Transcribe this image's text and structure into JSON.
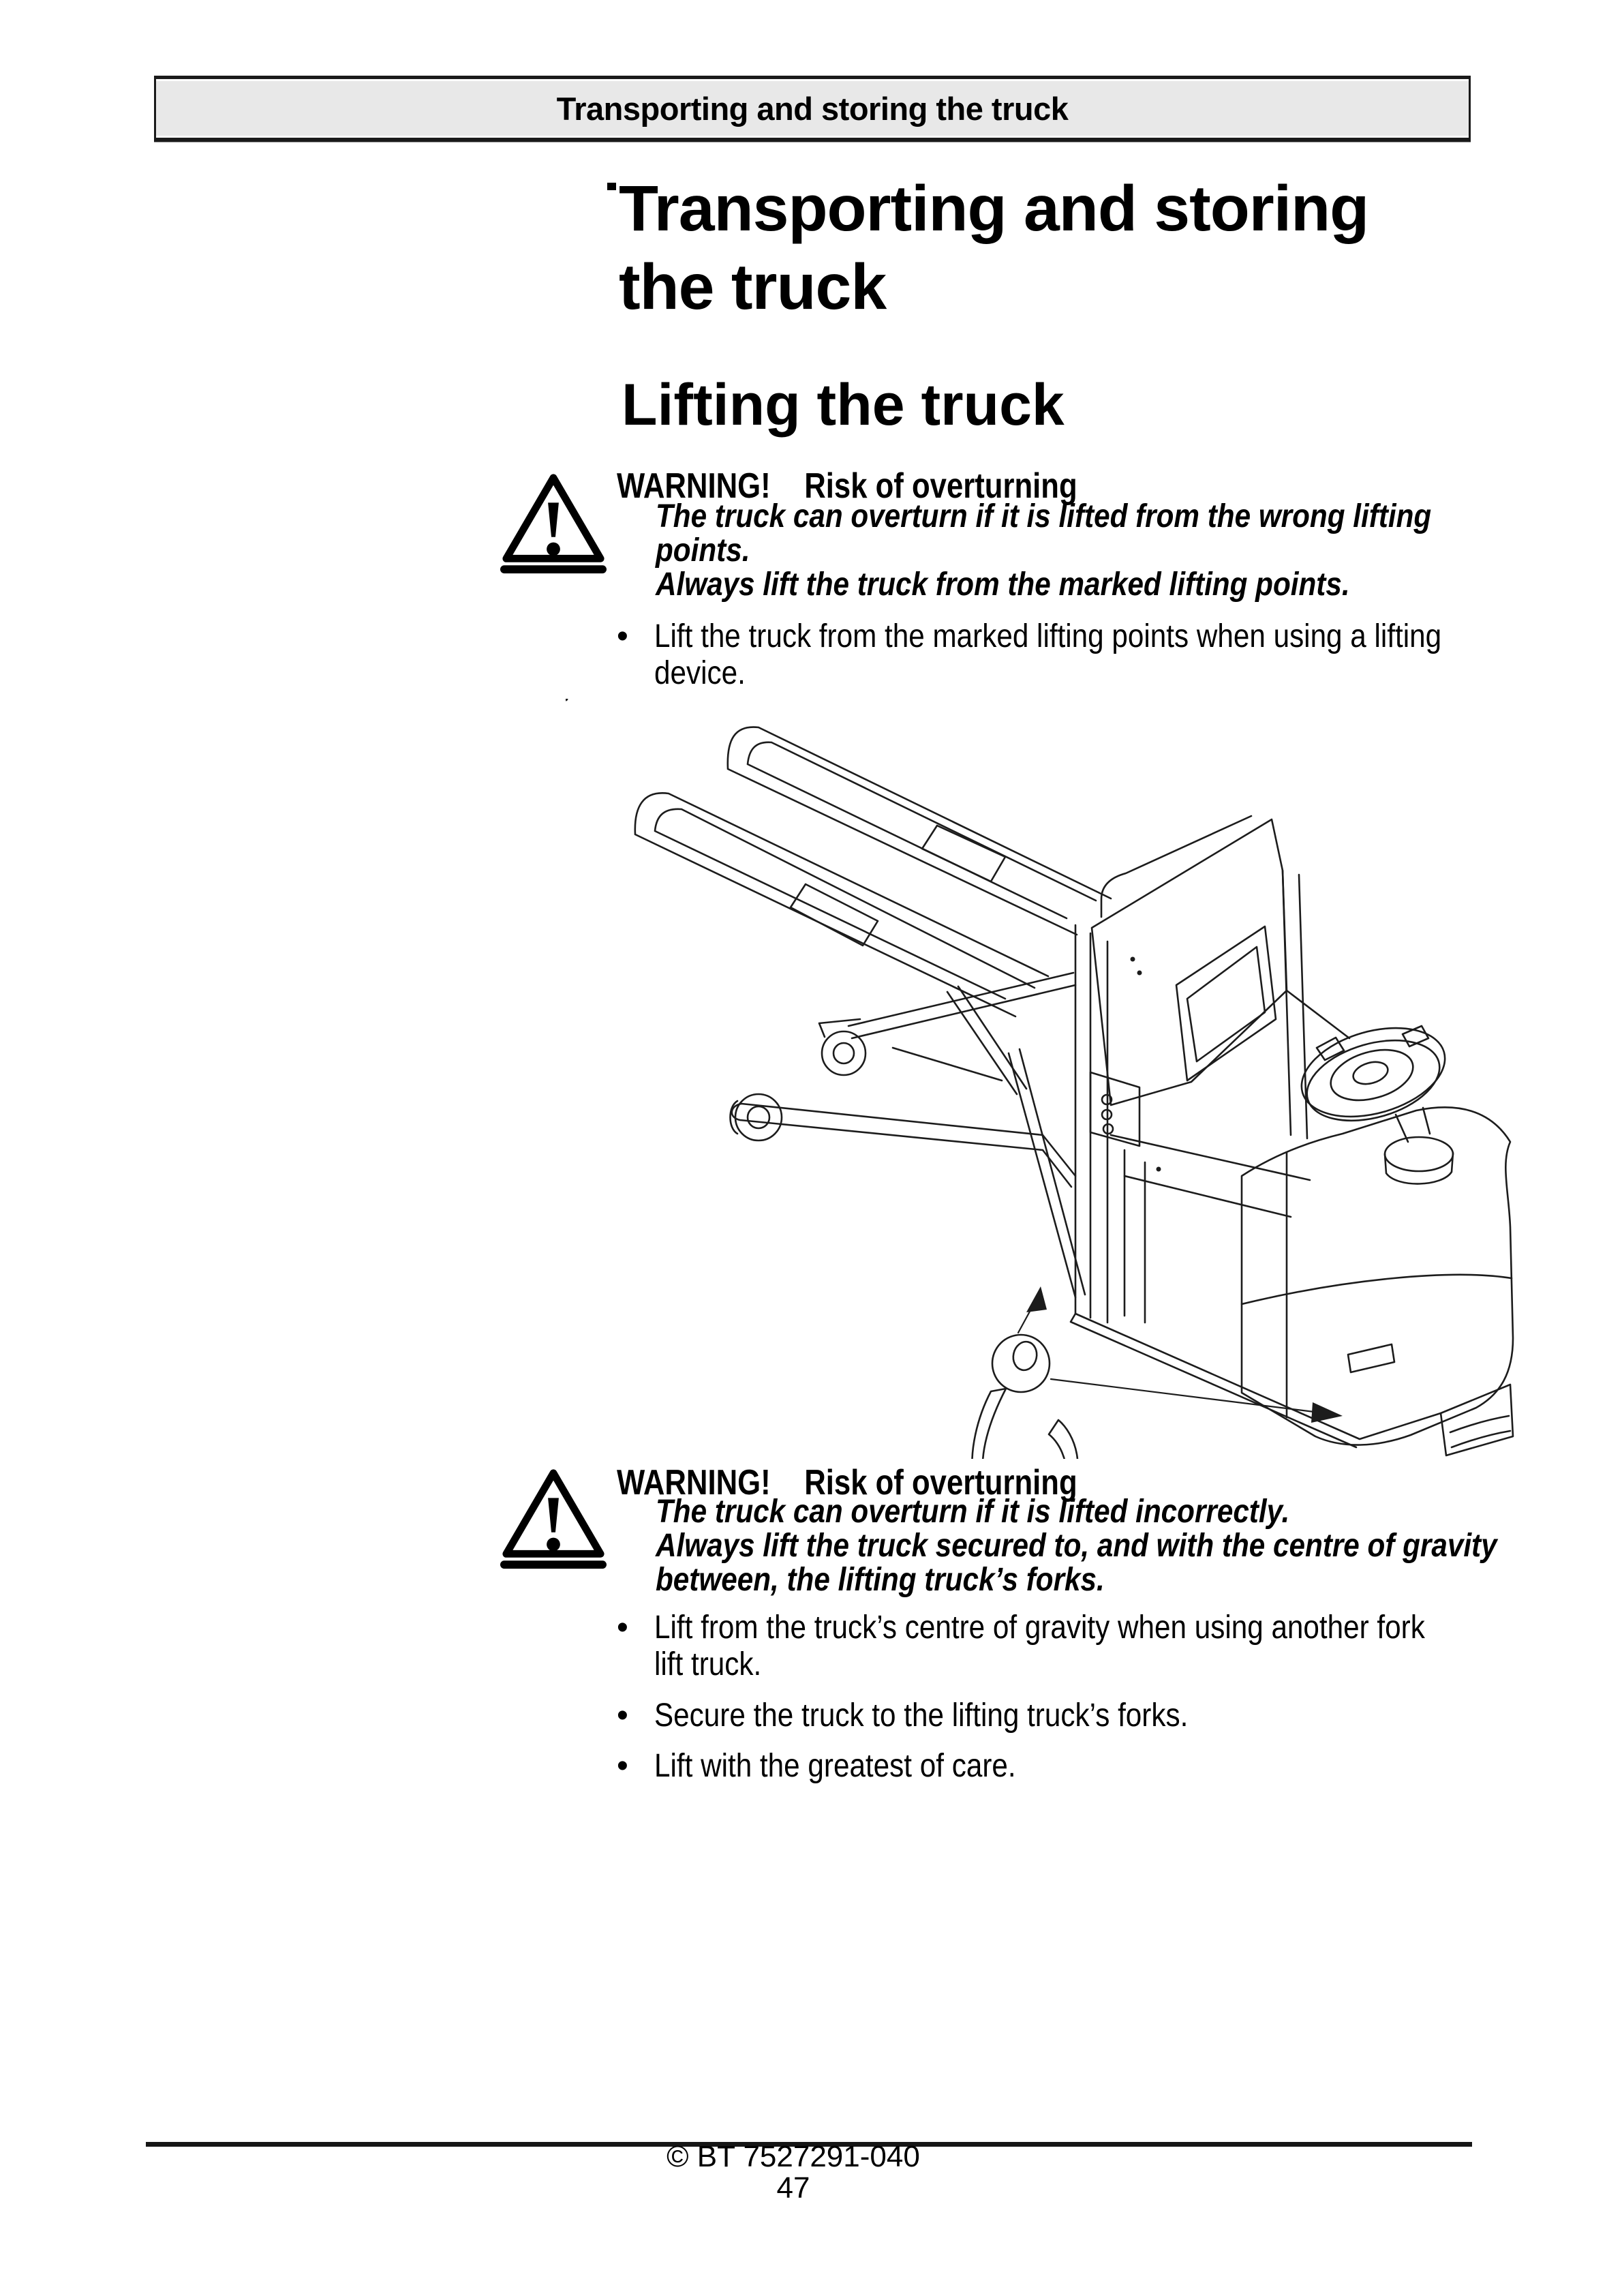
{
  "running_header": {
    "text": "Transporting and storing the truck",
    "background": "#e8e8e8",
    "border_color": "#1a1a1a"
  },
  "title": {
    "line1": "Transporting and storing",
    "line2": "the truck"
  },
  "section_heading": {
    "text": "Lifting the truck"
  },
  "warning_first": {
    "label": "WARNING!",
    "subject": "Risk of overturning",
    "emphasis_lines": [
      "The truck can overturn if it is lifted from the wrong lifting",
      "points.",
      "Always lift the truck from the marked lifting points."
    ],
    "bullet_lines_1": [
      "Lift the truck from the marked lifting points when using a lifting",
      "device."
    ]
  },
  "warning_second": {
    "label": "WARNING!",
    "subject": "Risk of overturning",
    "emphasis_lines": [
      "The truck can overturn if it is lifted incorrectly.",
      "Always lift the truck secured to, and with the centre of gravity",
      "between, the lifting truck’s forks."
    ],
    "bullet_lines_1": [
      "Lift from the truck’s centre of gravity when using another fork",
      "lift truck."
    ],
    "bullet_lines_2": [
      "Secure the truck to the lifting truck’s forks."
    ],
    "bullet_lines_3": [
      "Lift with the greatest of care."
    ]
  },
  "footer": {
    "copyright": "© BT 7527291-040",
    "page_number": "47"
  },
  "ui": {
    "bullet_char": "•"
  }
}
